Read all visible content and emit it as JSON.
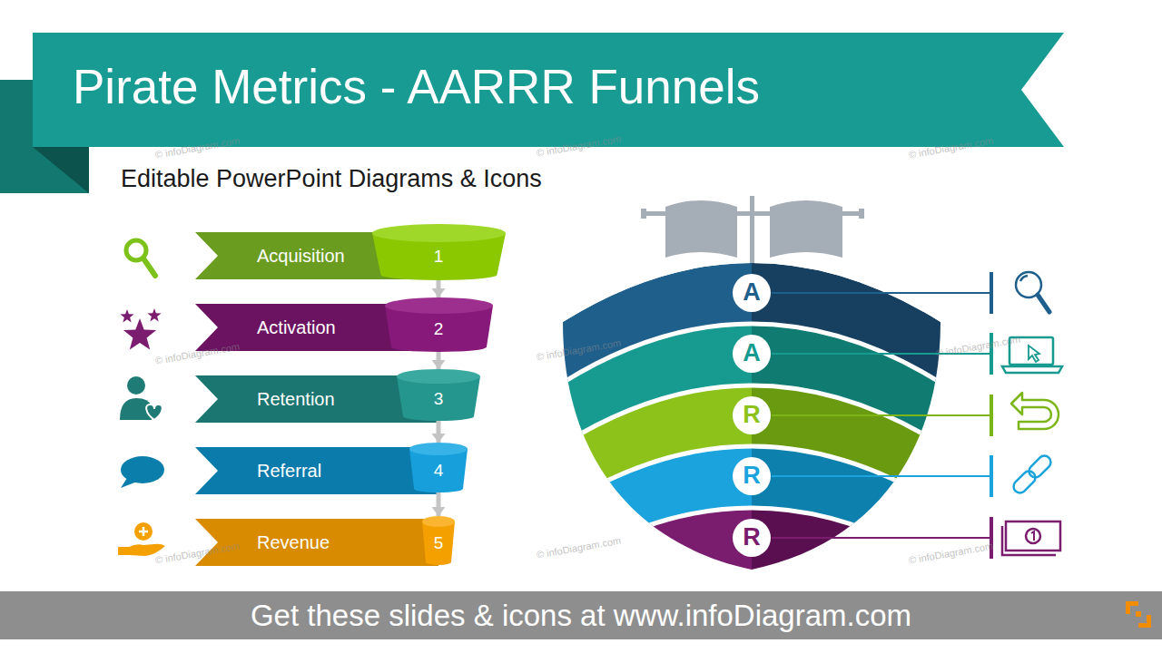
{
  "diagram": {
    "title": "Pirate Metrics - AARRR Funnels",
    "nodes": [
      {
        "text": [
          "Acquisition"
        ]
      },
      {
        "text": [
          "1"
        ]
      },
      {
        "text": [
          "Activation"
        ]
      },
      {
        "text": [
          "2"
        ]
      },
      {
        "text": [
          "Retention"
        ]
      },
      {
        "text": [
          "3"
        ]
      },
      {
        "text": [
          "Referral"
        ]
      },
      {
        "text": [
          "4"
        ]
      },
      {
        "text": [
          "Revenue"
        ]
      },
      {
        "text": [
          "5"
        ]
      },
      {
        "text": [
          "A"
        ]
      },
      {
        "text": [
          "A"
        ]
      },
      {
        "text": [
          "R"
        ]
      },
      {
        "text": [
          "R"
        ]
      },
      {
        "text": [
          "R"
        ]
      }
    ],
    "edges": [
      {
        "from": 1,
        "to": 3,
        "arrow": "to"
      },
      {
        "from": 3,
        "to": 5,
        "arrow": "to"
      },
      {
        "from": 5,
        "to": 7,
        "arrow": "to"
      },
      {
        "from": 7,
        "to": 9,
        "arrow": "to"
      }
    ],
    "labels": [
      "Editable PowerPoint Diagrams & Icons",
      "Get these slides & icons at www.infoDiagram.com",
      "© infoDiagram.com",
      "© infoDiagram.com",
      "© infoDiagram.com",
      "© infoDiagram.com",
      "© infoDiagram.com",
      "© infoDiagram.com",
      "© infoDiagram.com",
      "© infoDiagram.com",
      "© infoDiagram.com"
    ]
  }
}
